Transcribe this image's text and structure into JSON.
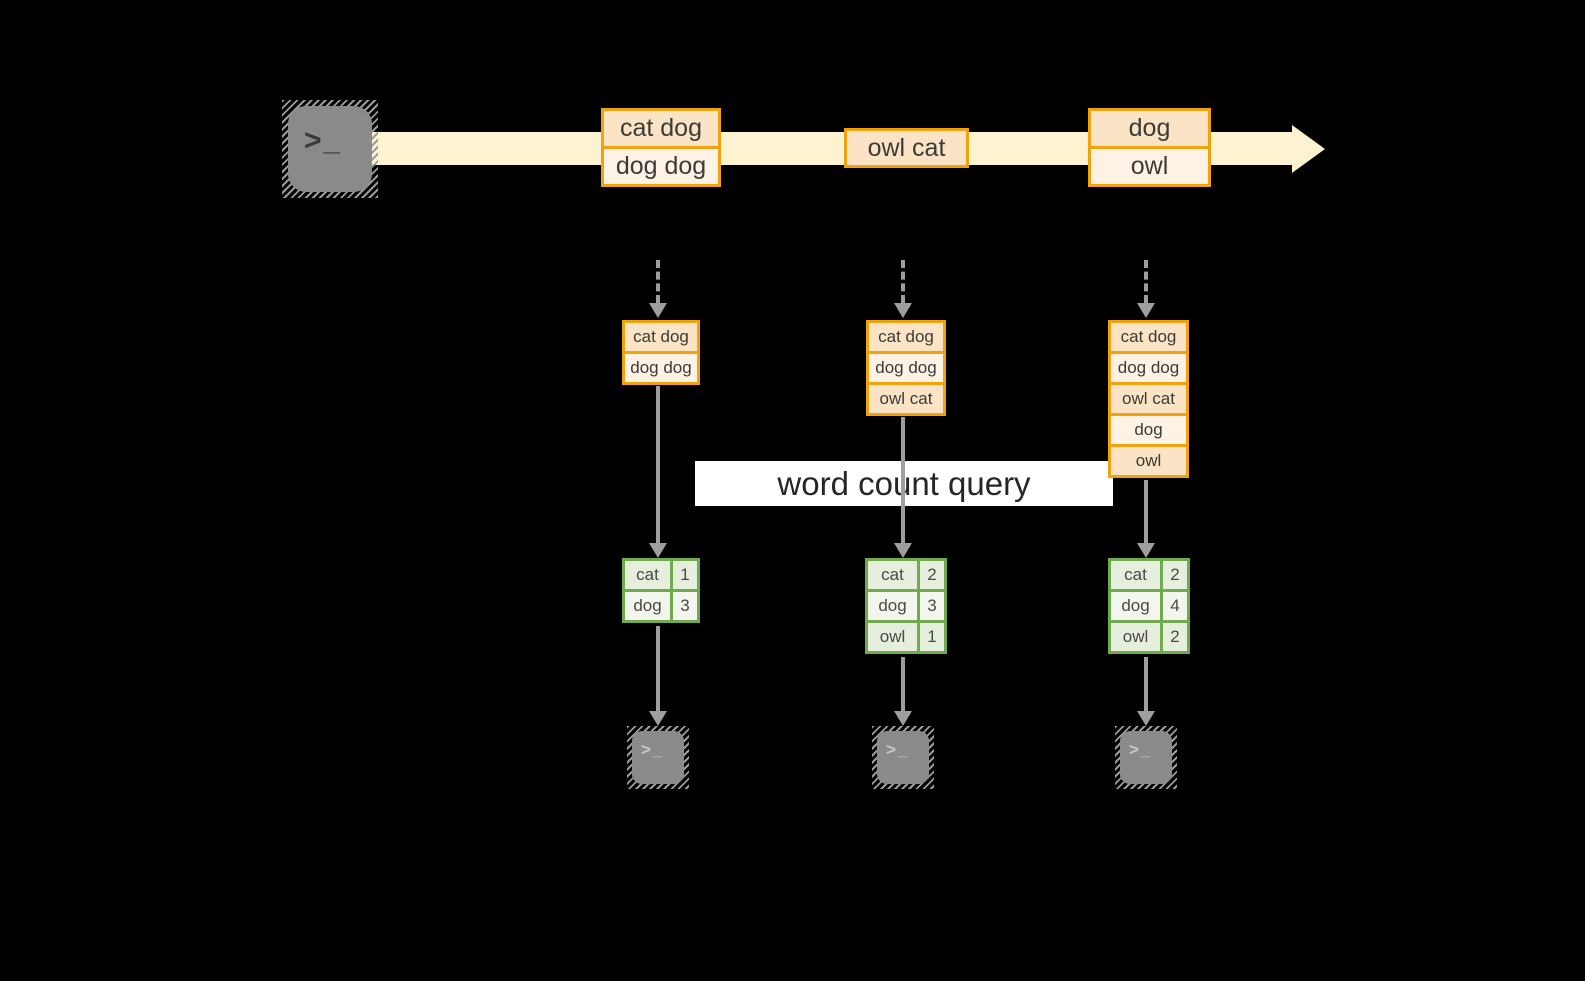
{
  "diagram_title": "word count query",
  "query_label": "word count query",
  "terminal_glyph": ">_",
  "colors": {
    "background": "#000000",
    "stream_band": "#fdf3d0",
    "event_border": "#f0a30c",
    "event_fill_peach": "#fbe3c5",
    "event_fill_cream": "#fdf2e3",
    "table_border": "#6faa4c",
    "table_fill_sage": "#e6eedd",
    "table_fill_light": "#f2f6ec",
    "arrow_gray": "#9e9e9e",
    "terminal_gray": "#8a8a8a",
    "text_dark": "#3b3b38"
  },
  "stream": {
    "events": [
      {
        "rows": [
          "cat dog",
          "dog dog"
        ]
      },
      {
        "rows": [
          "owl cat"
        ]
      },
      {
        "rows": [
          "dog",
          "owl"
        ]
      }
    ]
  },
  "columns": [
    {
      "state_rows": [
        "cat dog",
        "dog dog"
      ],
      "counts": [
        {
          "word": "cat",
          "count": "1"
        },
        {
          "word": "dog",
          "count": "3"
        }
      ]
    },
    {
      "state_rows": [
        "cat dog",
        "dog dog",
        "owl cat"
      ],
      "counts": [
        {
          "word": "cat",
          "count": "2"
        },
        {
          "word": "dog",
          "count": "3"
        },
        {
          "word": "owl",
          "count": "1"
        }
      ]
    },
    {
      "state_rows": [
        "cat dog",
        "dog dog",
        "owl cat",
        "dog",
        "owl"
      ],
      "counts": [
        {
          "word": "cat",
          "count": "2"
        },
        {
          "word": "dog",
          "count": "4"
        },
        {
          "word": "owl",
          "count": "2"
        }
      ]
    }
  ]
}
